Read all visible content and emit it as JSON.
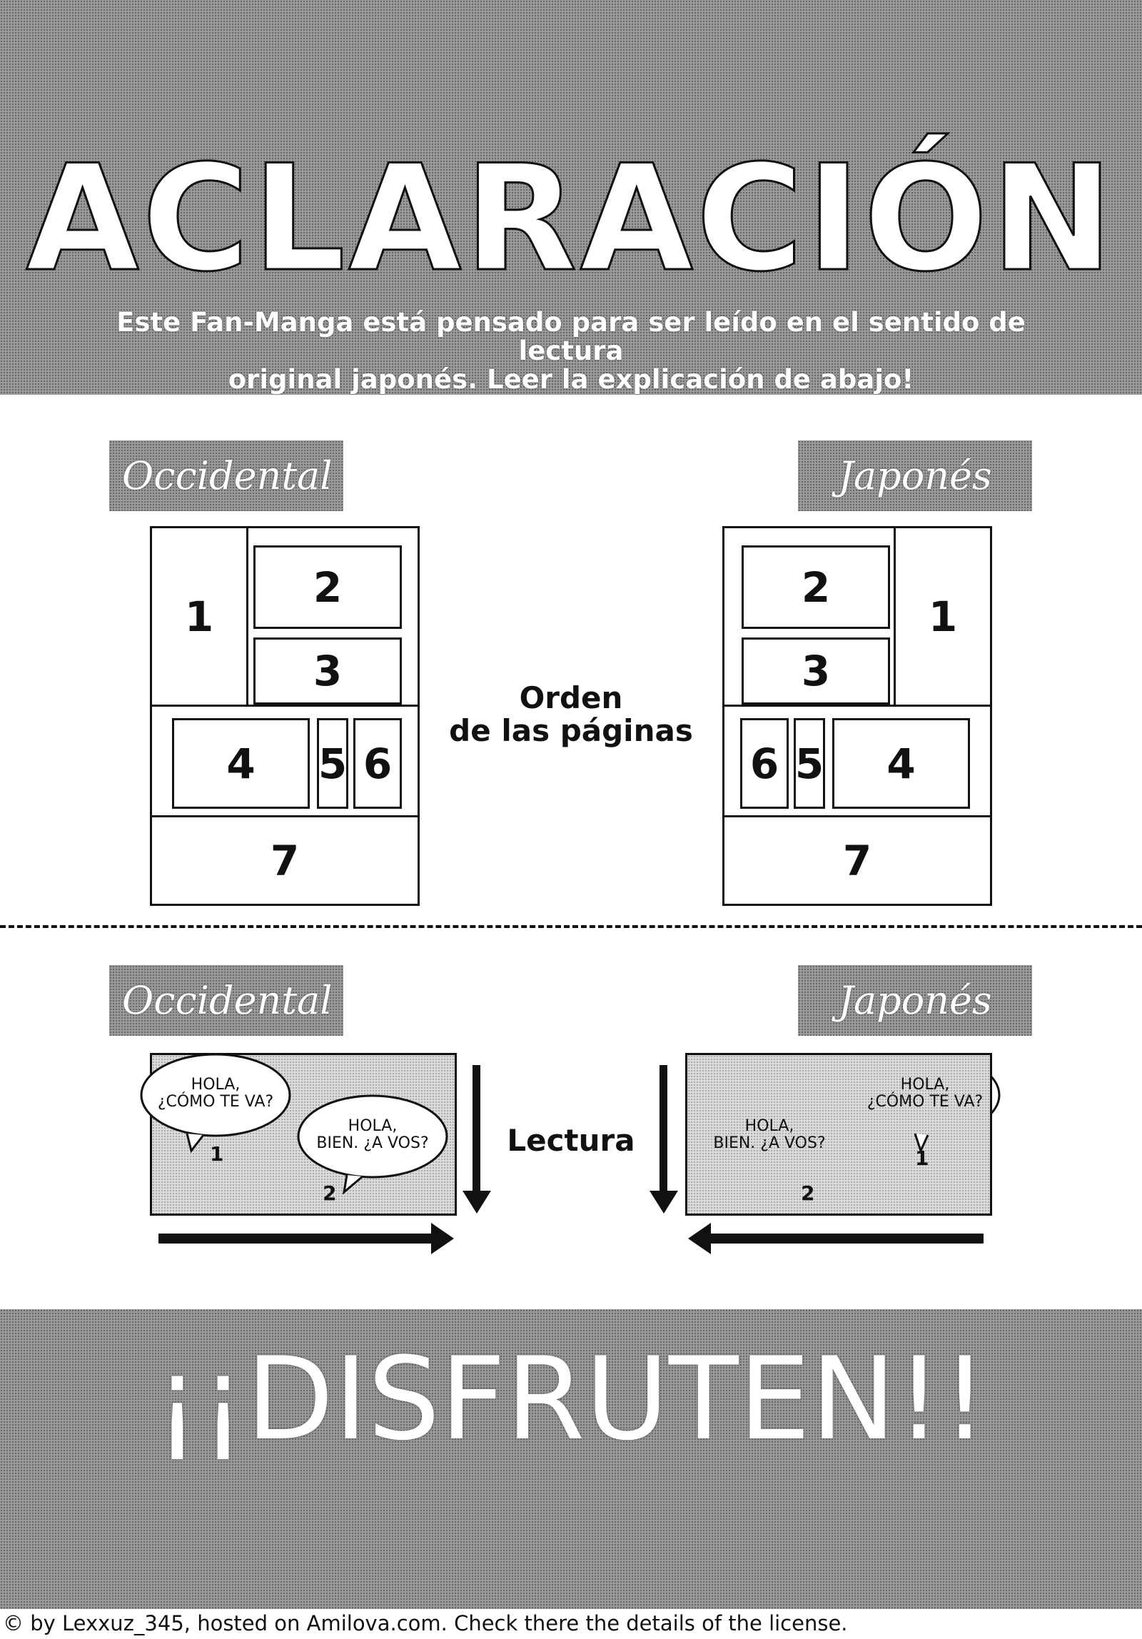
{
  "header": {
    "title": "ACLARACIÓN",
    "subtitle_line1": "Este Fan-Manga está pensado para ser leído en el sentido de lectura",
    "subtitle_line2": "original japonés. Leer la explicación de abajo!"
  },
  "page_order": {
    "left_tag": "Occidental",
    "right_tag": "Japonés",
    "center_line1": "Orden",
    "center_line2": "de las páginas",
    "left_panels": [
      "1",
      "2",
      "3",
      "4",
      "5",
      "6",
      "7"
    ],
    "right_panels": [
      "1",
      "2",
      "3",
      "4",
      "5",
      "6",
      "7"
    ]
  },
  "reading": {
    "left_tag": "Occidental",
    "right_tag": "Japonés",
    "center_label": "Lectura",
    "bubble1_line1": "HOLA,",
    "bubble1_line2": "¿CÓMO TE VA?",
    "bubble2_line1": "HOLA,",
    "bubble2_line2": "BIEN. ¿A VOS?",
    "num1": "1",
    "num2": "2"
  },
  "footer": {
    "title": "¡¡DISFRUTEN!!",
    "credit": "© by Lexxuz_345, hosted on Amilova.com. Check there the details of the license."
  },
  "colors": {
    "band": "#9a9a9a",
    "ink": "#111111"
  }
}
